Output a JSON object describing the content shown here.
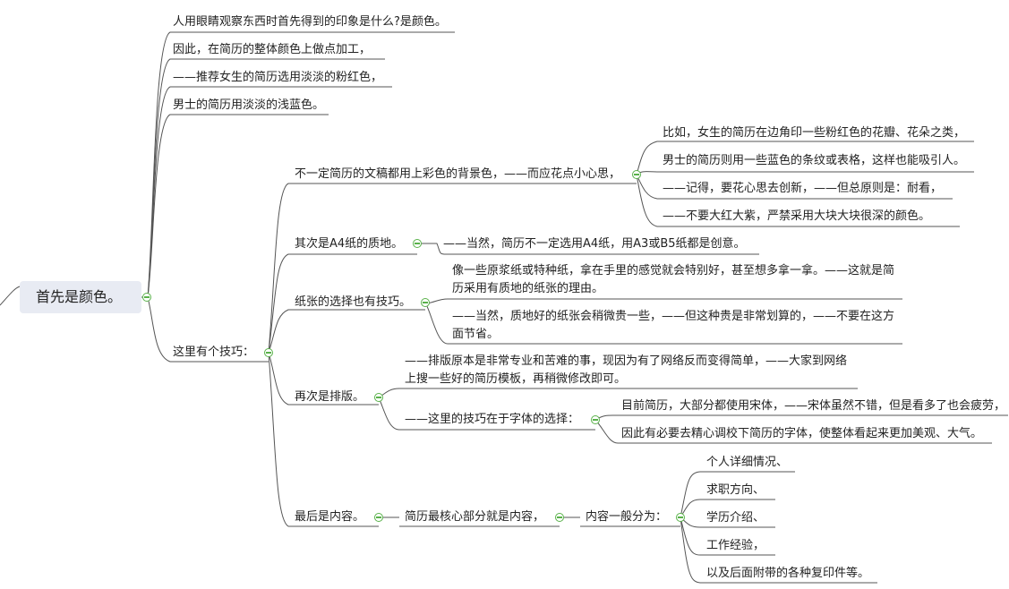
{
  "root": {
    "label": "首先是颜色。"
  },
  "intro": [
    "人用眼睛观察东西时首先得到的印象是什么?是颜色。",
    "因此，在简历的整体颜色上做点加工，",
    "——推荐女生的简历选用淡淡的粉红色，",
    "男士的简历用淡淡的浅蓝色。"
  ],
  "tips": {
    "label": "这里有个技巧：",
    "background": {
      "label": "不一定简历的文稿都用上彩色的背景色，——而应花点小心思，",
      "children": [
        "比如，女生的简历在边角印一些粉红色的花瓣、花朵之类，",
        "男士的简历则用一些蓝色的条纹或表格，这样也能吸引人。",
        "——记得，要花心思去创新，——但总原则是：耐看，",
        "——不要大红大紫，严禁采用大块大块很深的颜色。"
      ]
    },
    "a4": {
      "label": "其次是A4纸的质地。",
      "child": "——当然，简历不一定选用A4纸，用A3或B5纸都是创意。"
    },
    "paper": {
      "label": "纸张的选择也有技巧。",
      "children": [
        "像一些原浆纸或特种纸，拿在手里的感觉就会特别好，甚至想多拿一拿。——这就是简历采用有质地的纸张的理由。",
        "——当然，质地好的纸张会稍微贵一些，——但这种贵是非常划算的，——不要在这方面节省。"
      ]
    },
    "layout": {
      "label": "再次是排版。",
      "child": "——排版原本是非常专业和苦难的事，现因为有了网络反而变得简单，——大家到网络上搜一些好的简历模板，再稍微修改即可。",
      "font": {
        "label": "——这里的技巧在于字体的选择：",
        "children": [
          "目前简历，大部分都使用宋体，——宋体虽然不错，但是看多了也会疲劳，",
          "因此有必要去精心调校下简历的字体，使整体看起来更加美观、大气。"
        ]
      }
    },
    "content": {
      "label": "最后是内容。",
      "core": "简历最核心部分就是内容，",
      "split": {
        "label": "内容一般分为：",
        "children": [
          "个人详细情况、",
          "求职方向、",
          "学历介绍、",
          "工作经验，",
          "以及后面附带的各种复印件等。"
        ]
      }
    }
  },
  "colors": {
    "line": "#555555",
    "toggle": "#59b24a",
    "root_bg": "#e8ebf3"
  }
}
